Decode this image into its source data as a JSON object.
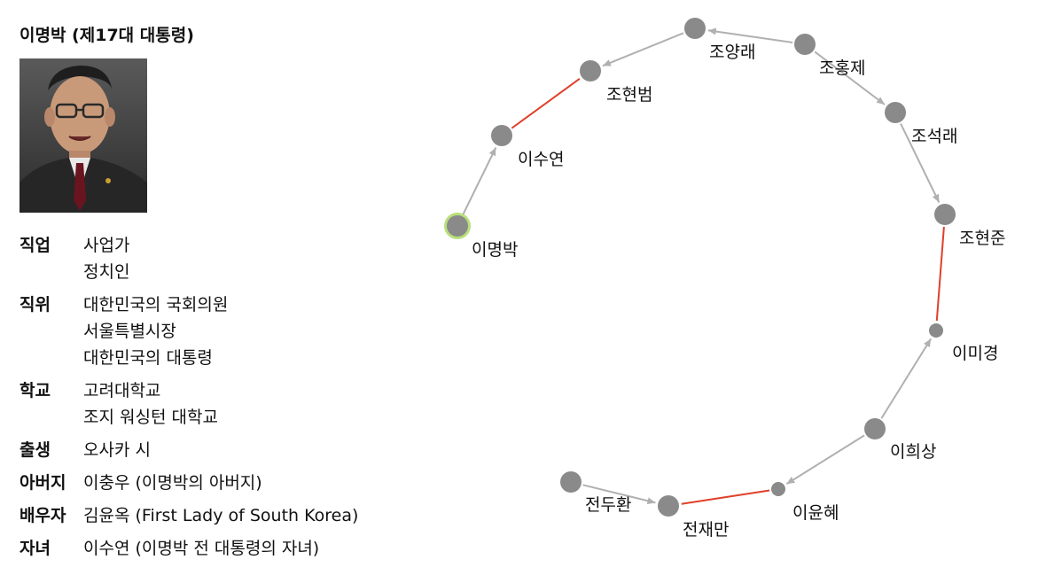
{
  "profile": {
    "title": "이명박 (제17대 대통령)",
    "fields": [
      {
        "key": "직업",
        "values": [
          "사업가",
          "정치인"
        ]
      },
      {
        "key": "직위",
        "values": [
          "대한민국의 국회의원",
          "서울특별시장",
          "대한민국의 대통령"
        ]
      },
      {
        "key": "학교",
        "values": [
          "고려대학교",
          "조지 워싱턴 대학교"
        ]
      },
      {
        "key": "출생",
        "values": [
          "오사카 시"
        ]
      },
      {
        "key": "아버지",
        "values": [
          "이충우 (이명박의 아버지)"
        ]
      },
      {
        "key": "배우자",
        "values": [
          "김윤옥 (First Lady of South Korea)"
        ]
      },
      {
        "key": "자녀",
        "values": [
          "이수연 (이명박 전 대통령의 자녀)"
        ]
      }
    ]
  },
  "graph": {
    "colors": {
      "node": "#8a8a8a",
      "arrow_edge": "#b0b0b0",
      "red_edge": "#e0402a",
      "highlight_ring": "#b8e07a"
    },
    "nodes": [
      {
        "id": "n1",
        "label": "이명박",
        "highlighted": true
      },
      {
        "id": "n2",
        "label": "이수연"
      },
      {
        "id": "n3",
        "label": "조현범"
      },
      {
        "id": "n4",
        "label": "조양래"
      },
      {
        "id": "n5",
        "label": "조홍제"
      },
      {
        "id": "n6",
        "label": "조석래"
      },
      {
        "id": "n7",
        "label": "조현준"
      },
      {
        "id": "n8",
        "label": "이미경"
      },
      {
        "id": "n9",
        "label": "이희상"
      },
      {
        "id": "n10",
        "label": "이윤혜"
      },
      {
        "id": "n11",
        "label": "전재만"
      },
      {
        "id": "n12",
        "label": "전두환"
      }
    ],
    "edges": [
      {
        "from": "n1",
        "to": "n2",
        "type": "arrow"
      },
      {
        "from": "n2",
        "to": "n3",
        "type": "red"
      },
      {
        "from": "n4",
        "to": "n3",
        "type": "arrow"
      },
      {
        "from": "n5",
        "to": "n4",
        "type": "arrow"
      },
      {
        "from": "n5",
        "to": "n6",
        "type": "arrow"
      },
      {
        "from": "n6",
        "to": "n7",
        "type": "arrow"
      },
      {
        "from": "n7",
        "to": "n8",
        "type": "red"
      },
      {
        "from": "n9",
        "to": "n8",
        "type": "arrow"
      },
      {
        "from": "n9",
        "to": "n10",
        "type": "arrow"
      },
      {
        "from": "n10",
        "to": "n11",
        "type": "red"
      },
      {
        "from": "n12",
        "to": "n11",
        "type": "arrow"
      }
    ]
  }
}
